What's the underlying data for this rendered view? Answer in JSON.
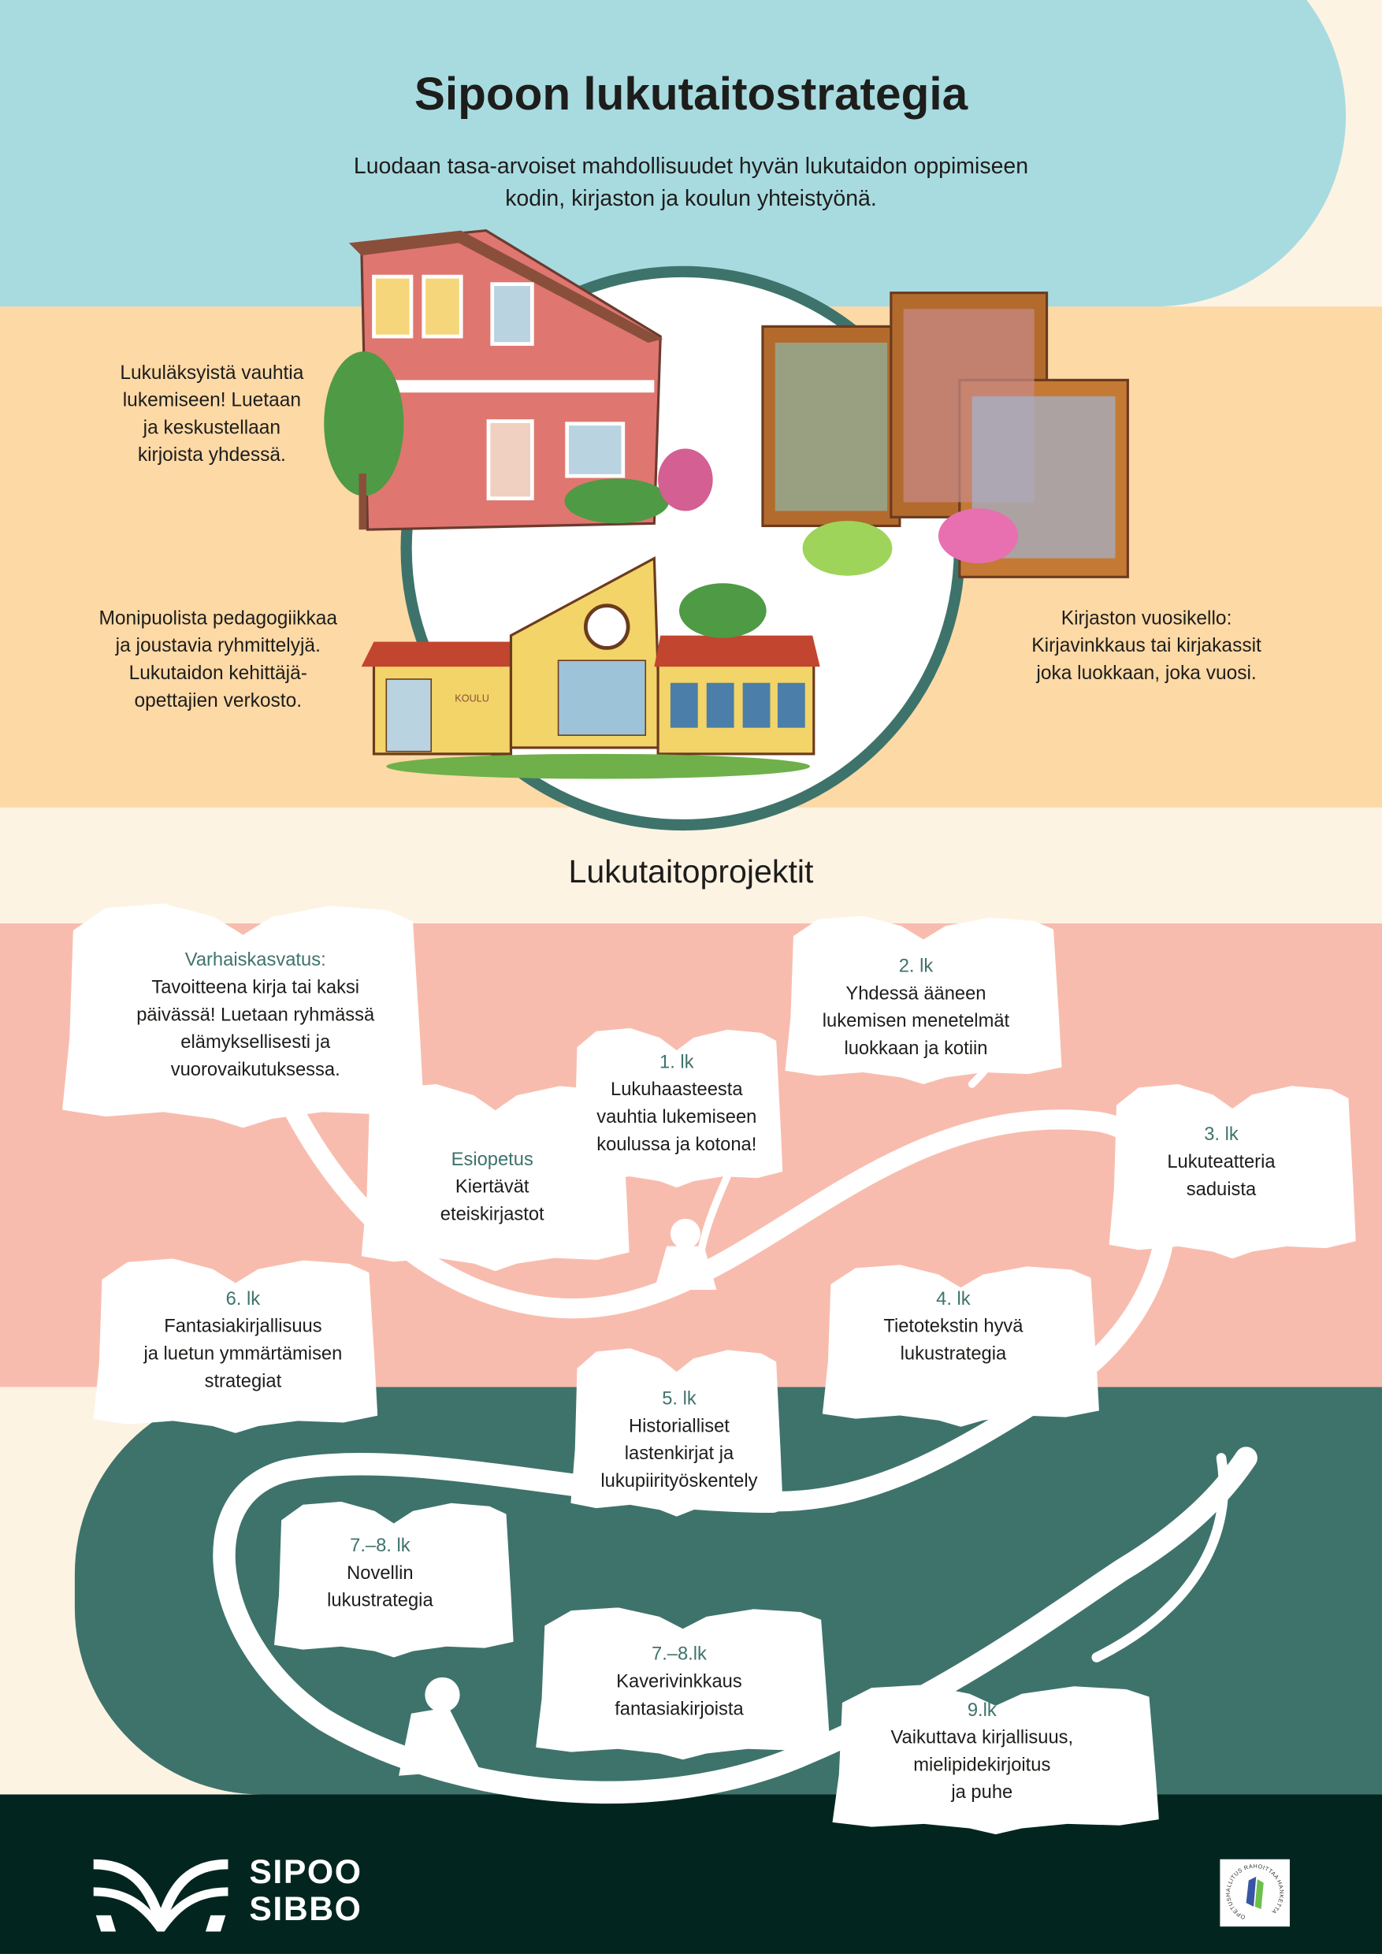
{
  "header": {
    "title": "Sipoon lukutaitostrategia",
    "subtitle_line1": "Luodaan tasa-arvoiset mahdollisuudet hyvän lukutaidon oppimiseen",
    "subtitle_line2": "kodin, kirjaston ja koulun yhteistyönä."
  },
  "strategy": {
    "home": [
      "Lukuläksyistä vauhtia",
      "lukemiseen! Luetaan",
      "ja keskustellaan",
      "kirjoista yhdessä."
    ],
    "school": [
      "Monipuolista pedagogiikkaa",
      "ja joustavia ryhmittelyjä.",
      "Lukutaidon kehittäjä-",
      "opettajien verkosto."
    ],
    "library": [
      "Kirjaston vuosikello:",
      "Kirjavinkkaus tai kirjakassit",
      "joka luokkaan, joka vuosi."
    ],
    "school_sign": "KOULU"
  },
  "projects": {
    "heading": "Lukutaitoprojektit",
    "items": [
      {
        "label": "Varhaiskasvatus:",
        "text": [
          "Tavoitteena kirja tai kaksi",
          "päivässä! Luetaan ryhmässä",
          "elämyksellisesti ja",
          "vuorovaikutuksessa."
        ]
      },
      {
        "label": "Esiopetus",
        "text": [
          "Kiertävät",
          "eteiskirjastot"
        ]
      },
      {
        "label": "1. lk",
        "text": [
          "Lukuhaasteesta",
          "vauhtia lukemiseen",
          "koulussa ja kotona!"
        ]
      },
      {
        "label": "2. lk",
        "text": [
          "Yhdessä ääneen",
          "lukemisen menetelmät",
          "luokkaan ja kotiin"
        ]
      },
      {
        "label": "3. lk",
        "text": [
          "Lukuteatteria",
          "saduista"
        ]
      },
      {
        "label": "4. lk",
        "text": [
          "Tietotekstin hyvä",
          "lukustrategia"
        ]
      },
      {
        "label": "5. lk",
        "text": [
          "Historialliset",
          "lastenkirjat ja",
          "lukupiirityöskentely"
        ]
      },
      {
        "label": "6. lk",
        "text": [
          "Fantasiakirjallisuus",
          "ja luetun ymmärtämisen",
          "strategiat"
        ]
      },
      {
        "label": "7.–8. lk",
        "text": [
          "Novellin",
          "lukustrategia"
        ]
      },
      {
        "label": "7.–8.lk",
        "text": [
          "Kaverivinkkaus",
          "fantasiakirjoista"
        ]
      },
      {
        "label": "9.lk",
        "text": [
          "Vaikuttava kirjallisuus,",
          "mielipidekirjoitus",
          "ja puhe"
        ]
      }
    ]
  },
  "footer": {
    "logo_line1": "SIPOO",
    "logo_line2": "SIBBO",
    "badge_text": "OPETUSHALLITUS RAHOITTAA HANKETTA"
  },
  "colors": {
    "cyan": "#a8dbe0",
    "peach": "#fdd9a6",
    "cream": "#fdf3e3",
    "salmon": "#f8bcae",
    "teal": "#3e736b",
    "dark": "#02261f"
  }
}
